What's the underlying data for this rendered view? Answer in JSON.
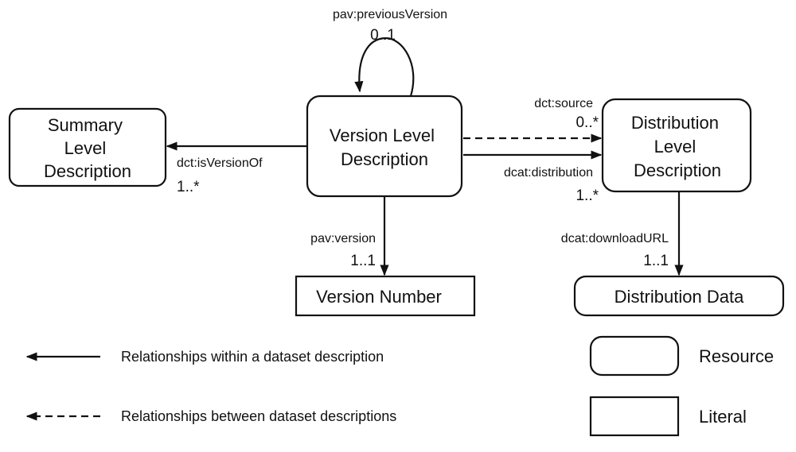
{
  "nodes": {
    "summary": {
      "lines": [
        "Summary",
        "Level",
        "Description"
      ],
      "kind": "resource"
    },
    "version": {
      "lines": [
        "Version Level",
        "Description"
      ],
      "kind": "resource"
    },
    "distribution": {
      "lines": [
        "Distribution",
        "Level",
        "Description"
      ],
      "kind": "resource"
    },
    "version_number": {
      "lines": [
        "Version Number"
      ],
      "kind": "literal"
    },
    "distribution_data": {
      "lines": [
        "Distribution Data"
      ],
      "kind": "resource"
    }
  },
  "edges": {
    "previous_version": {
      "label": "pav:previousVersion",
      "multiplicity": "0..1",
      "style": "solid"
    },
    "is_version_of": {
      "label": "dct:isVersionOf",
      "multiplicity": "1..*",
      "style": "solid"
    },
    "source": {
      "label": "dct:source",
      "multiplicity": "0..*",
      "style": "dashed"
    },
    "distribution": {
      "label": "dcat:distribution",
      "multiplicity": "1..*",
      "style": "solid"
    },
    "version": {
      "label": "pav:version",
      "multiplicity": "1..1",
      "style": "solid"
    },
    "download_url": {
      "label": "dcat:downloadURL",
      "multiplicity": "1..1",
      "style": "solid"
    }
  },
  "legend": {
    "within": "Relationships within a dataset description",
    "between": "Relationships between dataset descriptions",
    "resource": "Resource",
    "literal": "Literal"
  }
}
